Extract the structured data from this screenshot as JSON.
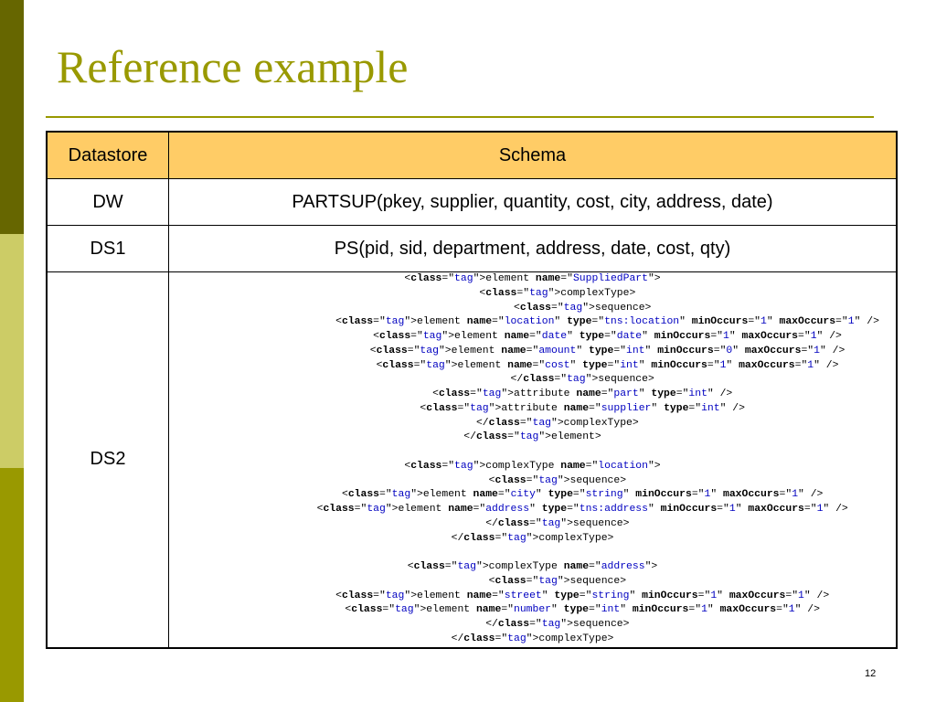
{
  "slide": {
    "title": "Reference example",
    "page_number": "12",
    "colors": {
      "accent": "#999900",
      "sidebar_dark": "#666600",
      "sidebar_light": "#CCCC66",
      "header_fill": "#FFCC66"
    }
  },
  "table": {
    "headers": [
      "Datastore",
      "Schema"
    ],
    "rows": [
      {
        "datastore": "DW",
        "schema": "PARTSUP(pkey, supplier, quantity, cost, city, address, date)"
      },
      {
        "datastore": "DS1",
        "schema": "PS(pid, sid, department, address, date, cost, qty)"
      },
      {
        "datastore": "DS2",
        "schema_code": [
          "<element name=\"SuppliedPart\">",
          "        <complexType>",
          "                <sequence>",
          "                        <element name=\"location\" type=\"tns:location\" minOccurs=\"1\" maxOccurs=\"1\" />",
          "                        <element name=\"date\" type=\"date\" minOccurs=\"1\" maxOccurs=\"1\" />",
          "                        <element name=\"amount\" type=\"int\" minOccurs=\"0\" maxOccurs=\"1\" />",
          "                        <element name=\"cost\" type=\"int\" minOccurs=\"1\" maxOccurs=\"1\" />",
          "                </sequence>",
          "                <attribute name=\"part\" type=\"int\" />",
          "                <attribute name=\"supplier\" type=\"int\" />",
          "        </complexType>",
          "</element>",
          "",
          "<complexType name=\"location\">",
          "        <sequence>",
          "                <element name=\"city\" type=\"string\" minOccurs=\"1\" maxOccurs=\"1\" />",
          "                <element name=\"address\" type=\"tns:address\" minOccurs=\"1\" maxOccurs=\"1\" />",
          "        </sequence>",
          "</complexType>",
          "",
          "<complexType name=\"address\">",
          "        <sequence>",
          "                <element name=\"street\" type=\"string\" minOccurs=\"1\" maxOccurs=\"1\" />",
          "                <element name=\"number\" type=\"int\" minOccurs=\"1\" maxOccurs=\"1\" />",
          "        </sequence>",
          "</complexType>"
        ]
      }
    ]
  }
}
